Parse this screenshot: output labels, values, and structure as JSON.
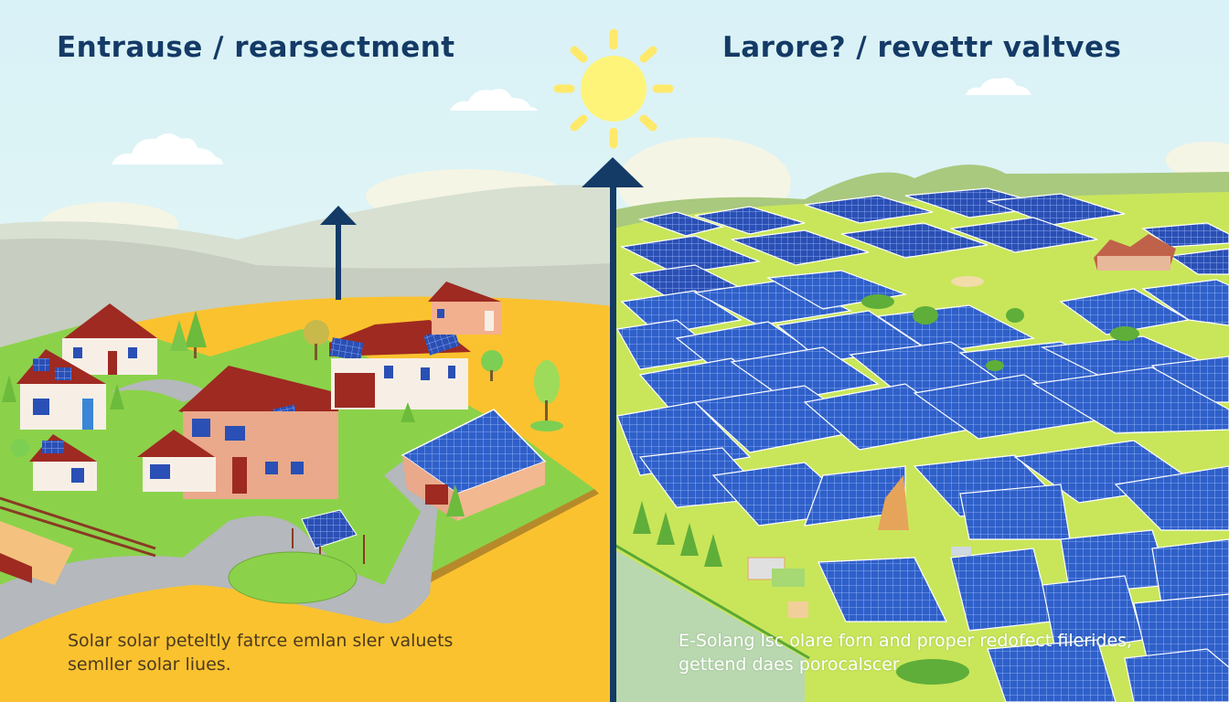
{
  "left_panel": {
    "title": "Entrause / rearsectment",
    "caption": "Solar solar peteltly fatrce emlan sler valuets\nsemller solar liues.",
    "theme": "residential rooftop solar neighborhood",
    "colors": {
      "ground": "#fbc22f",
      "lawn": "#8bd24a",
      "road": "#b5b8bc",
      "roof": "#9e2a22",
      "panel": "#2a4fb5"
    }
  },
  "right_panel": {
    "title": "Larore? / revettr valtves",
    "caption": "E-Solang lsc olare forn and proper redofect filerides,\ngettend daes porocalscer",
    "theme": "utility-scale solar farm",
    "colors": {
      "ground": "#c9e65a",
      "panel": "#2f5fc9",
      "hill": "#a9c97e"
    }
  },
  "sun": {
    "color": "#fff47a",
    "ray_color": "#ffe96b"
  },
  "divider": {
    "color": "#143a66"
  },
  "arrows": [
    {
      "name": "left-up-arrow",
      "color": "#143a66"
    },
    {
      "name": "center-up-arrow",
      "color": "#143a66"
    }
  ],
  "sky": {
    "color": "#dff3f6",
    "cloud_color": "#ffffff"
  }
}
